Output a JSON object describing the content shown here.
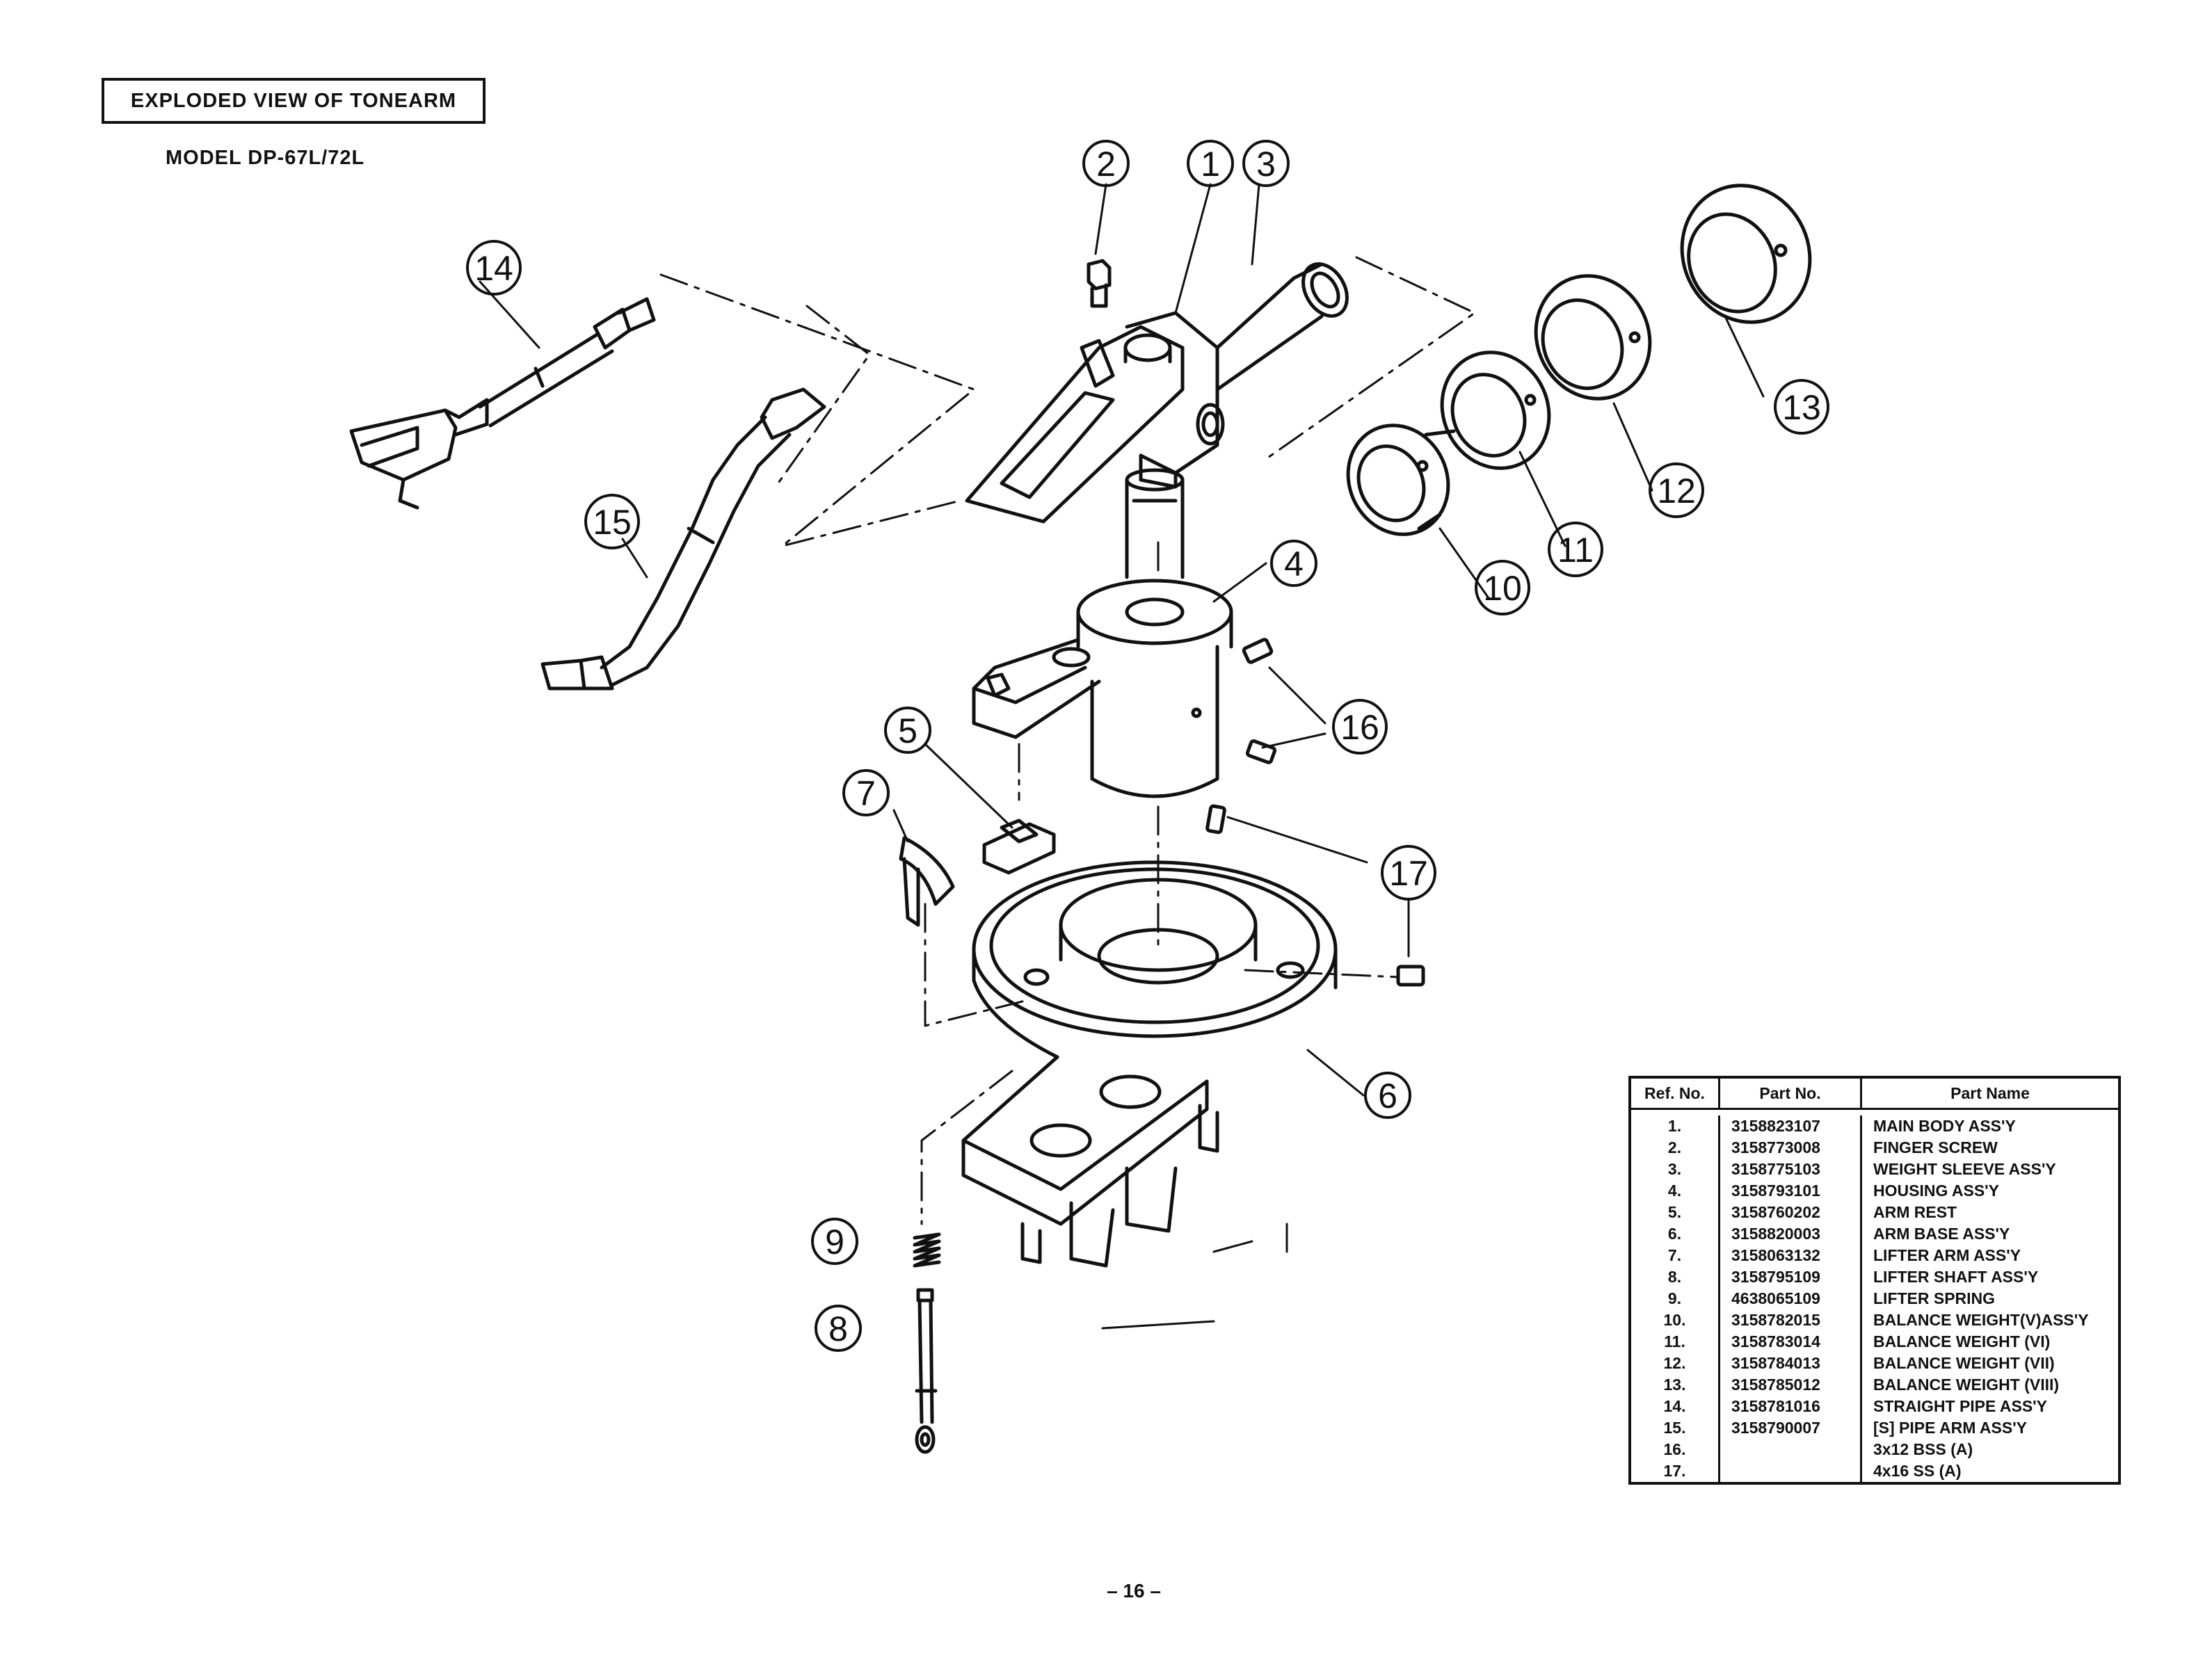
{
  "header": {
    "title": "EXPLODED VIEW OF  TONEARM",
    "model": "MODEL DP-67L/72L"
  },
  "callouts": [
    "1",
    "2",
    "3",
    "4",
    "5",
    "6",
    "7",
    "8",
    "9",
    "10",
    "11",
    "12",
    "13",
    "14",
    "15",
    "16",
    "17"
  ],
  "parts_table": {
    "headers": [
      "Ref. No.",
      "Part No.",
      "Part Name"
    ],
    "rows": [
      {
        "ref": "1.",
        "part_no": "3158823107",
        "name": "MAIN BODY ASS'Y"
      },
      {
        "ref": "2.",
        "part_no": "3158773008",
        "name": "FINGER SCREW"
      },
      {
        "ref": "3.",
        "part_no": "3158775103",
        "name": "WEIGHT SLEEVE ASS'Y"
      },
      {
        "ref": "4.",
        "part_no": "3158793101",
        "name": "HOUSING ASS'Y"
      },
      {
        "ref": "5.",
        "part_no": "3158760202",
        "name": "ARM REST"
      },
      {
        "ref": "6.",
        "part_no": "3158820003",
        "name": "ARM BASE ASS'Y"
      },
      {
        "ref": "7.",
        "part_no": "3158063132",
        "name": "LIFTER ARM ASS'Y"
      },
      {
        "ref": "8.",
        "part_no": "3158795109",
        "name": "LIFTER SHAFT ASS'Y"
      },
      {
        "ref": "9.",
        "part_no": "4638065109",
        "name": "LIFTER SPRING"
      },
      {
        "ref": "10.",
        "part_no": "3158782015",
        "name": "BALANCE WEIGHT(V)ASS'Y"
      },
      {
        "ref": "11.",
        "part_no": "3158783014",
        "name": "BALANCE WEIGHT (VI)"
      },
      {
        "ref": "12.",
        "part_no": "3158784013",
        "name": "BALANCE WEIGHT (VII)"
      },
      {
        "ref": "13.",
        "part_no": "3158785012",
        "name": "BALANCE WEIGHT (VIII)"
      },
      {
        "ref": "14.",
        "part_no": "3158781016",
        "name": "STRAIGHT PIPE ASS'Y"
      },
      {
        "ref": "15.",
        "part_no": "3158790007",
        "name": "[S] PIPE ARM ASS'Y"
      },
      {
        "ref": "16.",
        "part_no": "",
        "name": "3x12 BSS (A)"
      },
      {
        "ref": "17.",
        "part_no": "",
        "name": "4x16 SS (A)"
      }
    ]
  },
  "footer": {
    "page_number": "– 16 –"
  }
}
